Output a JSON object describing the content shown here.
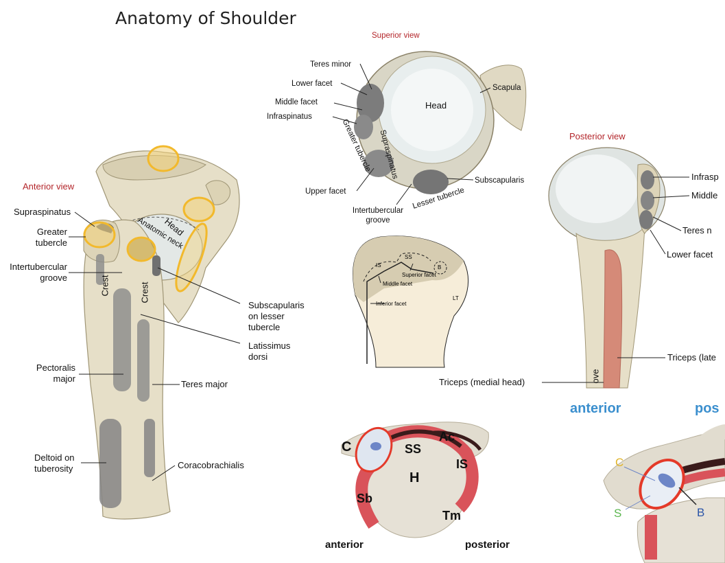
{
  "title": "Anatomy of Shoulder",
  "anterior_view": {
    "heading": "Anterior view",
    "labels": {
      "supraspinatus": "Supraspinatus",
      "greater_tubercle": "Greater tubercle",
      "intertubercular_groove": "Intertubercular groove",
      "pectoralis_major": "Pectoralis major",
      "deltoid": "Deltoid on tuberosity",
      "subscapularis": "Subscapularis on lesser tubercle",
      "latissimus": "Latissimus dorsi",
      "teres_major": "Teres major",
      "coracobrachialis": "Coracobrachialis",
      "head": "Head",
      "anatomic_neck": "Anatomic neck",
      "crest1": "Crest",
      "crest2": "Crest"
    }
  },
  "superior_view": {
    "heading": "Superior view",
    "labels": {
      "teres_minor": "Teres minor",
      "lower_facet": "Lower facet",
      "middle_facet": "Middle facet",
      "infraspinatus": "Infraspinatus",
      "upper_facet": "Upper facet",
      "intertubercular_groove": "Intertubercular groove",
      "lesser_tubercle": "Lesser tubercle",
      "subscapularis": "Subscapularis",
      "scapula": "Scapula",
      "head": "Head",
      "greater_tubercle": "Greater tubercle",
      "supraspinatus": "Supraspinatus"
    }
  },
  "facet_diagram": {
    "labels": {
      "is": "IS",
      "ss": "SS",
      "b": "B",
      "superior_facet": "Superior facet",
      "middle_facet": "Middle facet",
      "inferior_facet": "Inferior facet",
      "lt": "LT"
    }
  },
  "posterior_view": {
    "heading": "Posterior view",
    "labels": {
      "infraspinatus_cut": "Infrasp",
      "middle_cut": "Middle",
      "teres_cut": "Teres n",
      "lower_facet": "Lower facet",
      "triceps_lateral_cut": "Triceps (late",
      "triceps_medial": "Triceps (medial head)",
      "groove_cut": "ove"
    }
  },
  "cross_section": {
    "labels": {
      "c": "C",
      "ss": "SS",
      "ac": "Ac",
      "is": "IS",
      "h": "H",
      "sb": "Sb",
      "tm": "Tm",
      "anterior": "anterior",
      "posterior": "posterior"
    }
  },
  "zoom_view": {
    "labels": {
      "anterior": "anterior",
      "posterior_cut": "pos",
      "c": "C",
      "s": "S",
      "b": "B"
    }
  },
  "colors": {
    "bone": "#e6dfc8",
    "bone_shade": "#c9bf9d",
    "attachment": "#7a7a7a",
    "highlight_yellow": "#f2b92c",
    "highlight_red": "#e43a2a",
    "muscle_red": "#d9535a",
    "view_title_red": "#b3252a",
    "blue_word": "#3b8fce"
  }
}
